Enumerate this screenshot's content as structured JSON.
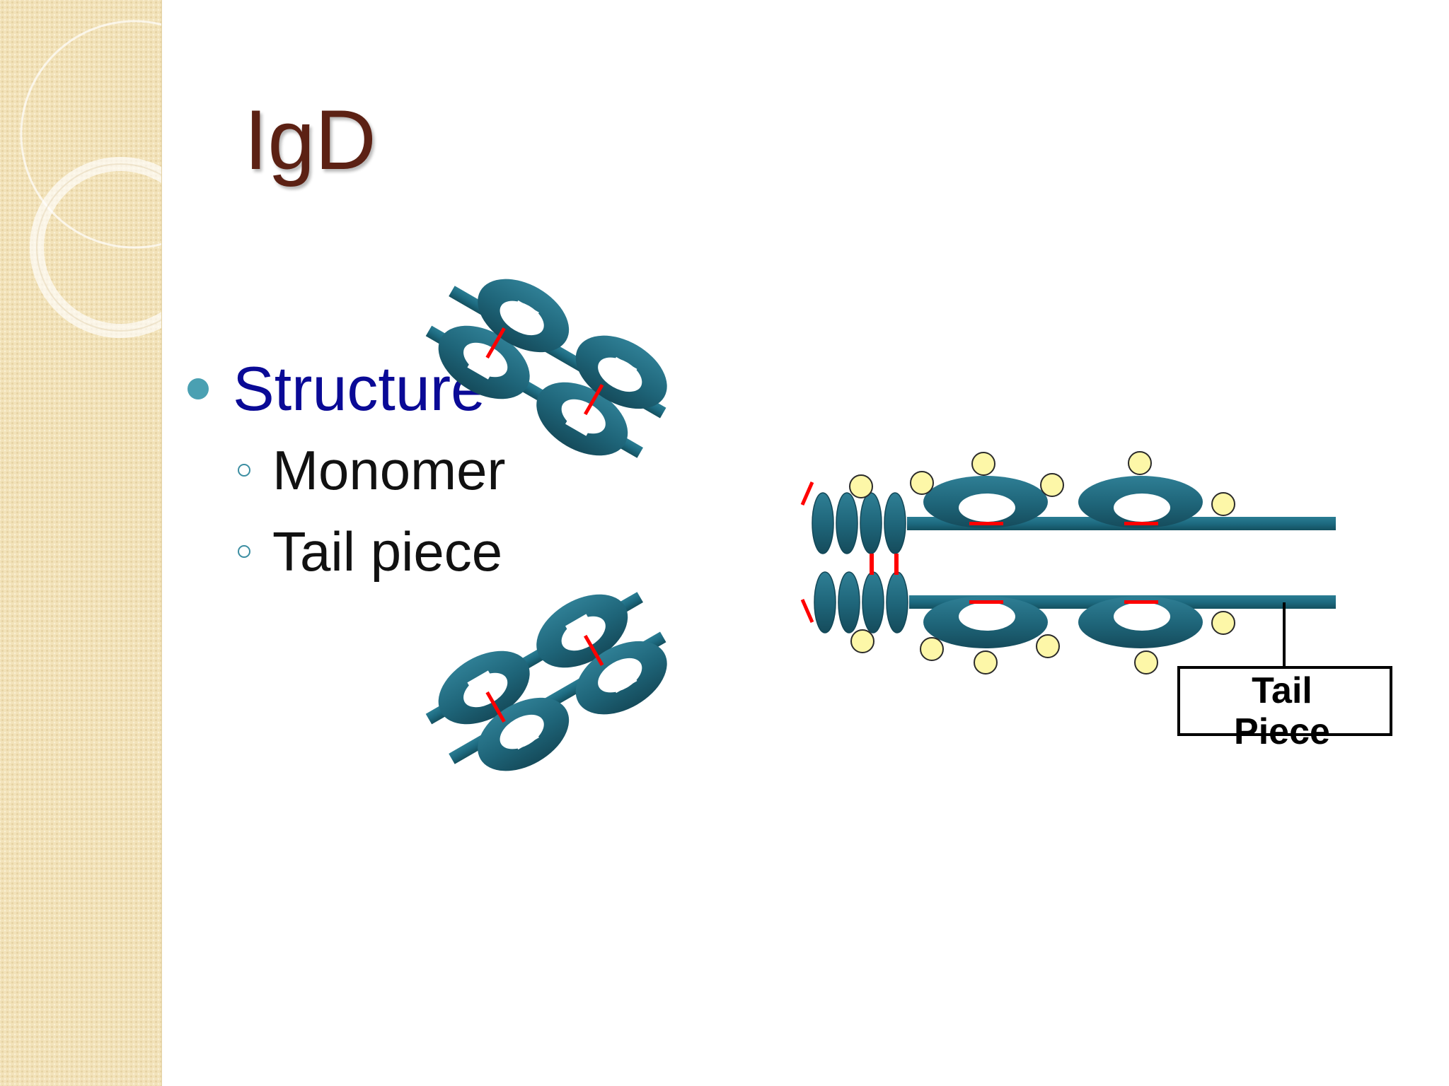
{
  "slide": {
    "title": "IgD",
    "bullet": "Structure",
    "sub_bullets": [
      "Monomer",
      "Tail piece"
    ]
  },
  "diagram": {
    "tail_label": "Tail\nPiece",
    "colors": {
      "domain": "#1e5f72",
      "chain": "#1e6a80",
      "disulfide_bond": "#ff0000",
      "carbohydrate": "#fdf7a8",
      "title": "#5c2114",
      "bullet_text": "#0a0a96"
    }
  }
}
